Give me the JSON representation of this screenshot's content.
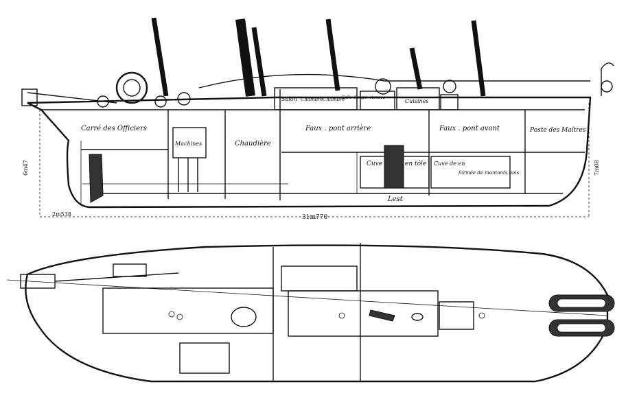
{
  "elevation": {
    "labels": {
      "carre": "Carré des Officiers",
      "machines": "Machines",
      "chaudiere": "Chaudière",
      "salon": "Salon",
      "chambre1": "Chambre",
      "chambre2": "Chambre",
      "salle": "Salle d'expé- riences",
      "cuisines": "Cuisines",
      "faux_arriere": "Faux . pont arrière",
      "faux_avant": "Faux . pont avant",
      "poste": "Poste des Maîtres",
      "cuve1": "Cuve",
      "cuve2": "en tôle",
      "cuve_de": "Cuve de en",
      "formee": "formée de montants bois",
      "lest": "Lest"
    },
    "dimensions": {
      "length": "31m770",
      "stern_overhang": "2m538",
      "depth_aft": "6m47",
      "depth_fwd": "7m08"
    }
  }
}
